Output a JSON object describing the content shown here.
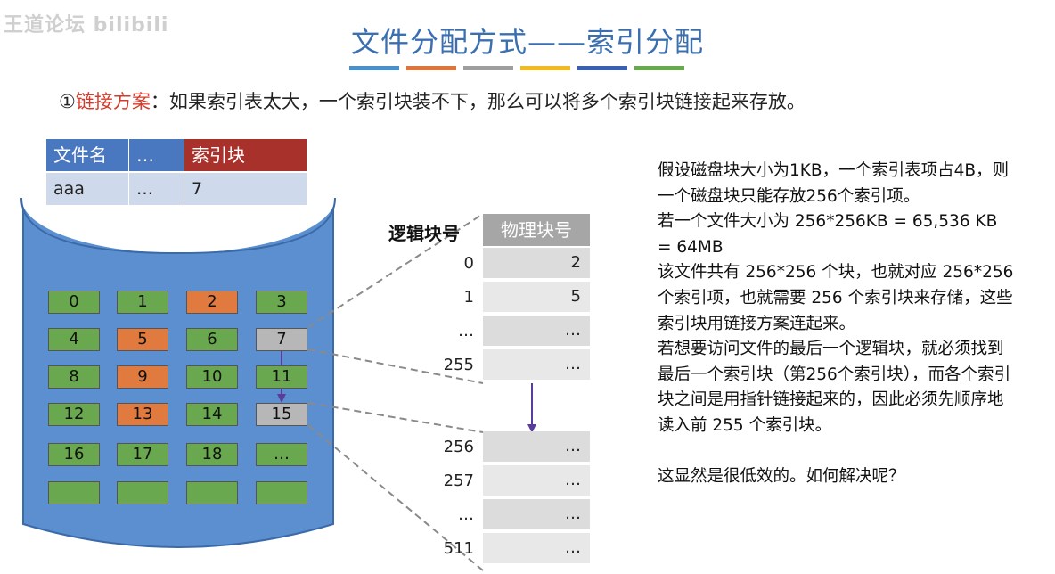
{
  "watermark": "王道论坛 bilibili",
  "title": "文件分配方式——索引分配",
  "color_bars": [
    "#4a90c8",
    "#d9773f",
    "#9e9e9e",
    "#f0b92a",
    "#3b5fae",
    "#6aa84f"
  ],
  "subtitle": {
    "marker": "①",
    "highlight": "链接方案",
    "text": "：如果索引表太大，一个索引块装不下，那么可以将多个索引块链接起来存放。"
  },
  "file_table": {
    "headers": [
      "文件名",
      "…",
      "索引块"
    ],
    "row": [
      "aaa",
      "…",
      "7"
    ]
  },
  "disk": {
    "tiles": [
      {
        "label": "0",
        "color": "green"
      },
      {
        "label": "1",
        "color": "green"
      },
      {
        "label": "2",
        "color": "orange"
      },
      {
        "label": "3",
        "color": "green"
      },
      {
        "label": "4",
        "color": "green"
      },
      {
        "label": "5",
        "color": "orange"
      },
      {
        "label": "6",
        "color": "green"
      },
      {
        "label": "7",
        "color": "gray"
      },
      {
        "label": "8",
        "color": "green"
      },
      {
        "label": "9",
        "color": "orange"
      },
      {
        "label": "10",
        "color": "green"
      },
      {
        "label": "11",
        "color": "green"
      },
      {
        "label": "12",
        "color": "green"
      },
      {
        "label": "13",
        "color": "orange"
      },
      {
        "label": "14",
        "color": "green"
      },
      {
        "label": "15",
        "color": "gray"
      },
      {
        "label": "16",
        "color": "green"
      },
      {
        "label": "17",
        "color": "green"
      },
      {
        "label": "18",
        "color": "green"
      },
      {
        "label": "…",
        "color": "green"
      },
      {
        "label": "",
        "color": "green"
      },
      {
        "label": "",
        "color": "green"
      },
      {
        "label": "",
        "color": "green"
      },
      {
        "label": "",
        "color": "green"
      }
    ]
  },
  "index_table": {
    "logical_header": "逻辑块号",
    "physical_header": "物理块号",
    "block1": [
      {
        "logical": "0",
        "physical": "2"
      },
      {
        "logical": "1",
        "physical": "5"
      },
      {
        "logical": "…",
        "physical": "…"
      },
      {
        "logical": "255",
        "physical": "…"
      }
    ],
    "block2": [
      {
        "logical": "256",
        "physical": "…"
      },
      {
        "logical": "257",
        "physical": "…"
      },
      {
        "logical": "…",
        "physical": "…"
      },
      {
        "logical": "511",
        "physical": "…"
      }
    ]
  },
  "explanation": [
    "假设磁盘块大小为1KB，一个索引表项占4B，则一个磁盘块只能存放256个索引项。",
    "若一个文件大小为 256*256KB = 65,536 KB = 64MB",
    "该文件共有 256*256 个块，也就对应 256*256个索引项，也就需要 256 个索引块来存储，这些索引块用链接方案连起来。",
    "若想要访问文件的最后一个逻辑块，就必须找到最后一个索引块（第256个索引块），而各个索引块之间是用指针链接起来的，因此必须先顺序地读入前 255 个索引块。",
    "",
    "这显然是很低效的。如何解决呢？"
  ]
}
